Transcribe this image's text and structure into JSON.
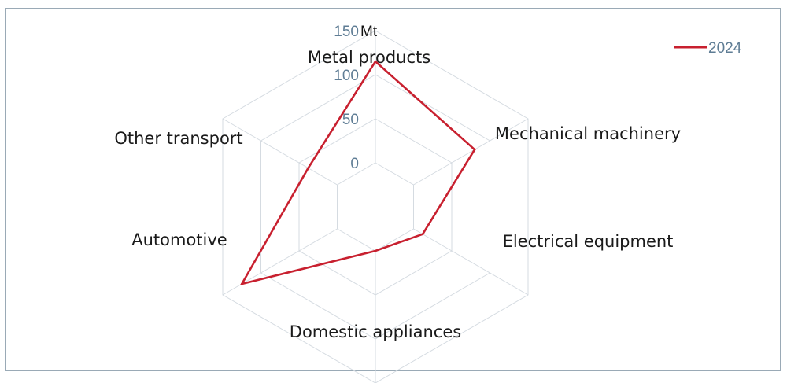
{
  "chart_data": {
    "type": "radar",
    "unit": "Mt",
    "categories": [
      "Metal products",
      "Mechanical machinery",
      "Electrical equipment",
      "Domestic appliances",
      "Automotive",
      "Other transport"
    ],
    "series": [
      {
        "name": "2024",
        "values": [
          115,
          80,
          12,
          0,
          125,
          38
        ]
      }
    ],
    "radial_ticks": [
      "0",
      "50",
      "100",
      "150"
    ],
    "rlim": [
      -50,
      150
    ],
    "grid": true,
    "legend": "top-right",
    "colors": {
      "series": "#c8202f",
      "grid": "#d5dbe1",
      "tick": "#5f7d95",
      "frame": "#9aaab6"
    }
  }
}
